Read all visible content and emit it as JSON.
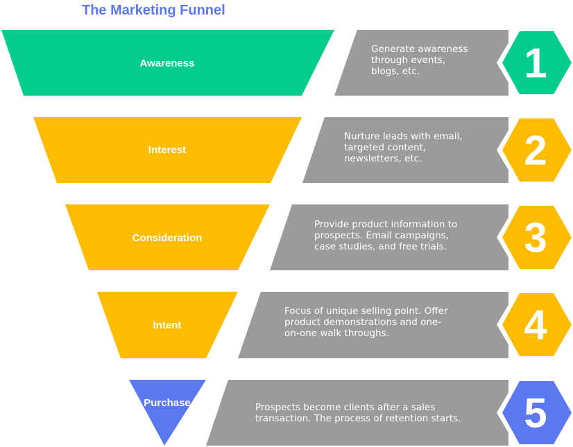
{
  "title": "The Marketing Funnel",
  "colors": {
    "title": "#5b78f0",
    "description_fill": "#9b9b9b",
    "text": "#ffffff"
  },
  "stages": [
    {
      "label": "Awareness",
      "description": [
        "Generate awareness",
        "through events,",
        "blogs, etc."
      ],
      "number": "1",
      "color": "#05cc8c"
    },
    {
      "label": "Interest",
      "description": [
        "Nurture leads with email,",
        "targeted content,",
        "newsletters, etc."
      ],
      "number": "2",
      "color": "#fdbc00"
    },
    {
      "label": "Consideration",
      "description": [
        "Provide product information to",
        "prospects. Email campaigns,",
        "case studies, and free trials."
      ],
      "number": "3",
      "color": "#fdbc00"
    },
    {
      "label": "Intent",
      "description": [
        "Focus of unique selling point. Offer",
        "product demonstrations and one-",
        "on-one walk throughs."
      ],
      "number": "4",
      "color": "#fdbc00"
    },
    {
      "label": "Purchase",
      "description": [
        "Prospects become clients after a sales",
        "transaction. The process of retention starts."
      ],
      "number": "5",
      "color": "#5b78f0"
    }
  ]
}
